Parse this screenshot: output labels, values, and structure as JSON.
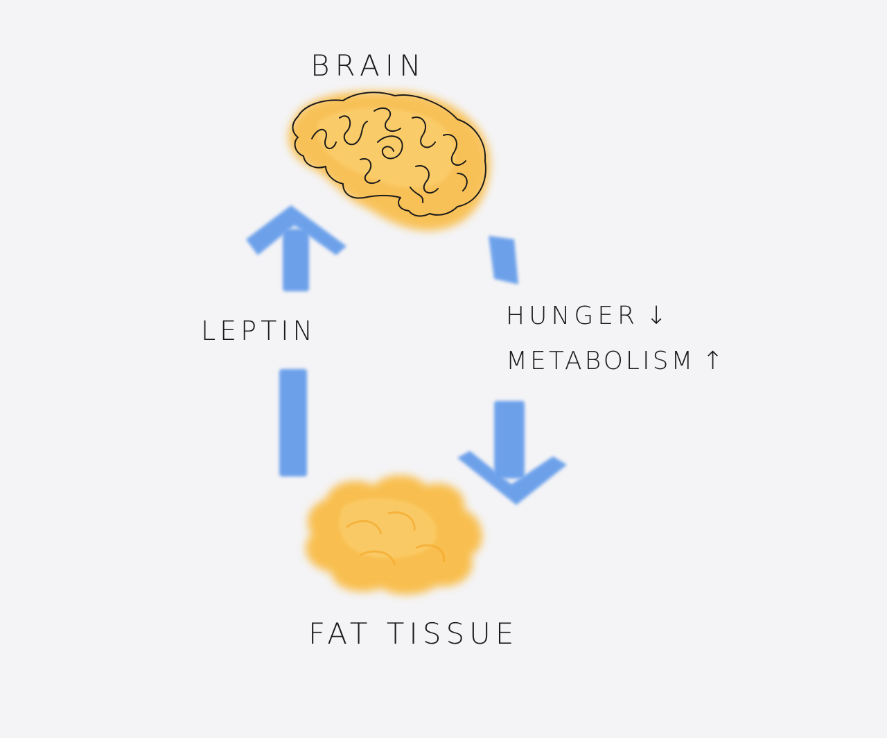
{
  "labels": {
    "brain": "BRAIN",
    "leptin": "LEPTIN",
    "hunger": "HUNGER",
    "hunger_arrow": "↓",
    "metabolism": "METABOLISM",
    "metabolism_arrow": "↑",
    "fat_tissue": "FAT TISSUE"
  },
  "colors": {
    "background": "#f4f4f6",
    "arrow_blue": "#4f8fe8",
    "orange_fill": "#f9b93e",
    "orange_light": "#fbd071",
    "ink": "#1a1a1a"
  }
}
